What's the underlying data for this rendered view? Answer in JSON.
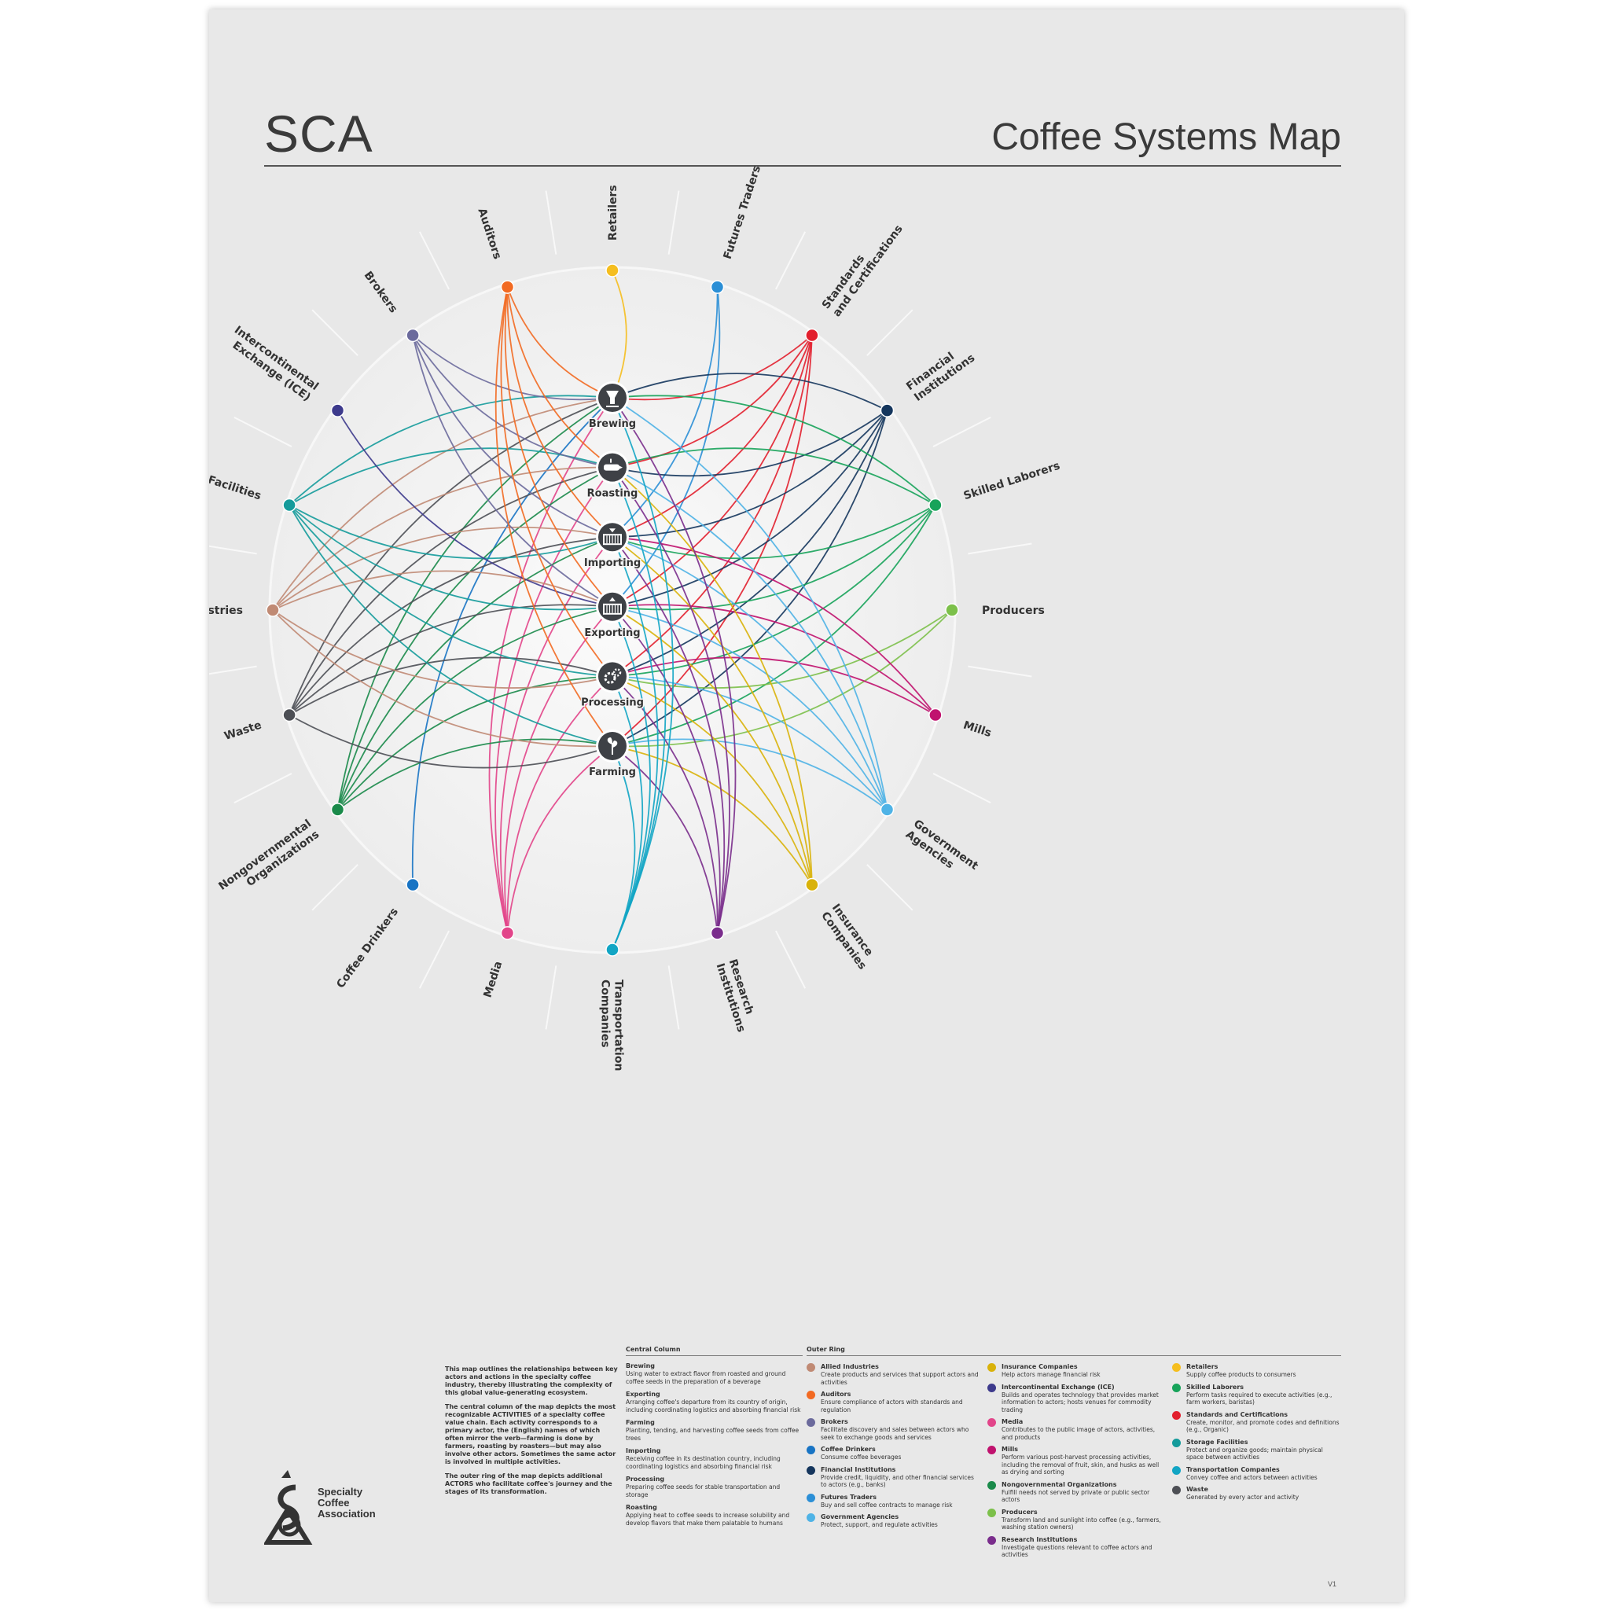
{
  "header": {
    "brand": "SCA",
    "title": "Coffee Systems Map"
  },
  "colors": {
    "Allied Industries": "#c08a74",
    "Auditors": "#f26a22",
    "Brokers": "#6b6a9c",
    "Coffee Drinkers": "#1874c4",
    "Financial Institutions": "#15365d",
    "Futures Traders": "#2b8fd6",
    "Government Agencies": "#4fb3e6",
    "Insurance Companies": "#d9b20a",
    "Intercontinental Exchange (ICE)": "#3d3a8c",
    "Media": "#e2458a",
    "Mills": "#c0126e",
    "Nongovernmental Organizations": "#1a8a4a",
    "Producers": "#7cc04a",
    "Research Institutions": "#7a2d8c",
    "Retailers": "#f5be1f",
    "Skilled Laborers": "#17a35a",
    "Standards and Certifications": "#e21f2d",
    "Storage Facilities": "#149b9b",
    "Transportation Companies": "#12a5c4",
    "Waste": "#4d4f55"
  },
  "actors": [
    {
      "name": "Retailers",
      "label": [
        "Retailers"
      ],
      "angle": 0
    },
    {
      "name": "Futures Traders",
      "label": [
        "Futures Traders"
      ],
      "angle": 18
    },
    {
      "name": "Standards and Certifications",
      "label": [
        "Standards",
        "and Certifications"
      ],
      "angle": 36
    },
    {
      "name": "Financial Institutions",
      "label": [
        "Financial",
        "Institutions"
      ],
      "angle": 54
    },
    {
      "name": "Skilled Laborers",
      "label": [
        "Skilled Laborers"
      ],
      "angle": 72
    },
    {
      "name": "Producers",
      "label": [
        "Producers"
      ],
      "angle": 90
    },
    {
      "name": "Mills",
      "label": [
        "Mills"
      ],
      "angle": 108
    },
    {
      "name": "Government Agencies",
      "label": [
        "Government",
        "Agencies"
      ],
      "angle": 126
    },
    {
      "name": "Insurance Companies",
      "label": [
        "Insurance",
        "Companies"
      ],
      "angle": 144
    },
    {
      "name": "Research Institutions",
      "label": [
        "Research",
        "Institutions"
      ],
      "angle": 162
    },
    {
      "name": "Transportation Companies",
      "label": [
        "Transportation",
        "Companies"
      ],
      "angle": 180
    },
    {
      "name": "Media",
      "label": [
        "Media"
      ],
      "angle": 198
    },
    {
      "name": "Coffee Drinkers",
      "label": [
        "Coffee Drinkers"
      ],
      "angle": 216
    },
    {
      "name": "Nongovernmental Organizations",
      "label": [
        "Nongovernmental",
        "Organizations"
      ],
      "angle": 234
    },
    {
      "name": "Waste",
      "label": [
        "Waste"
      ],
      "angle": 252
    },
    {
      "name": "Allied Industries",
      "label": [
        "Allied Industries"
      ],
      "angle": 270
    },
    {
      "name": "Storage Facilities",
      "label": [
        "Storage Facilities"
      ],
      "angle": 288
    },
    {
      "name": "Intercontinental Exchange (ICE)",
      "label": [
        "Intercontinental",
        "Exchange (ICE)"
      ],
      "angle": 306
    },
    {
      "name": "Brokers",
      "label": [
        "Brokers"
      ],
      "angle": 324
    },
    {
      "name": "Auditors",
      "label": [
        "Auditors"
      ],
      "angle": 342
    }
  ],
  "activities": [
    {
      "name": "Brewing",
      "icon": "brewing-icon"
    },
    {
      "name": "Roasting",
      "icon": "roasting-icon"
    },
    {
      "name": "Importing",
      "icon": "importing-icon"
    },
    {
      "name": "Exporting",
      "icon": "exporting-icon"
    },
    {
      "name": "Processing",
      "icon": "processing-icon"
    },
    {
      "name": "Farming",
      "icon": "farming-icon"
    }
  ],
  "connections": [
    {
      "actor": "Retailers",
      "activities": [
        "Brewing"
      ]
    },
    {
      "actor": "Futures Traders",
      "activities": [
        "Importing",
        "Exporting"
      ]
    },
    {
      "actor": "Standards and Certifications",
      "activities": [
        "Brewing",
        "Roasting",
        "Importing",
        "Exporting",
        "Processing",
        "Farming"
      ]
    },
    {
      "actor": "Financial Institutions",
      "activities": [
        "Brewing",
        "Roasting",
        "Importing",
        "Exporting",
        "Processing",
        "Farming"
      ]
    },
    {
      "actor": "Skilled Laborers",
      "activities": [
        "Brewing",
        "Roasting",
        "Importing",
        "Exporting",
        "Processing",
        "Farming"
      ]
    },
    {
      "actor": "Producers",
      "activities": [
        "Processing",
        "Farming"
      ]
    },
    {
      "actor": "Mills",
      "activities": [
        "Importing",
        "Exporting",
        "Processing"
      ]
    },
    {
      "actor": "Government Agencies",
      "activities": [
        "Brewing",
        "Roasting",
        "Importing",
        "Exporting",
        "Processing",
        "Farming"
      ]
    },
    {
      "actor": "Insurance Companies",
      "activities": [
        "Roasting",
        "Importing",
        "Exporting",
        "Processing",
        "Farming"
      ]
    },
    {
      "actor": "Research Institutions",
      "activities": [
        "Brewing",
        "Roasting",
        "Importing",
        "Exporting",
        "Processing",
        "Farming"
      ]
    },
    {
      "actor": "Transportation Companies",
      "activities": [
        "Brewing",
        "Roasting",
        "Importing",
        "Exporting",
        "Processing",
        "Farming"
      ]
    },
    {
      "actor": "Media",
      "activities": [
        "Brewing",
        "Roasting",
        "Importing",
        "Exporting",
        "Processing",
        "Farming"
      ]
    },
    {
      "actor": "Coffee Drinkers",
      "activities": [
        "Brewing"
      ]
    },
    {
      "actor": "Nongovernmental Organizations",
      "activities": [
        "Brewing",
        "Roasting",
        "Importing",
        "Exporting",
        "Processing",
        "Farming"
      ]
    },
    {
      "actor": "Waste",
      "activities": [
        "Brewing",
        "Roasting",
        "Importing",
        "Exporting",
        "Processing",
        "Farming"
      ]
    },
    {
      "actor": "Allied Industries",
      "activities": [
        "Brewing",
        "Roasting",
        "Importing",
        "Exporting",
        "Processing",
        "Farming"
      ]
    },
    {
      "actor": "Storage Facilities",
      "activities": [
        "Brewing",
        "Roasting",
        "Importing",
        "Exporting",
        "Processing",
        "Farming"
      ]
    },
    {
      "actor": "Intercontinental Exchange (ICE)",
      "activities": [
        "Exporting"
      ]
    },
    {
      "actor": "Brokers",
      "activities": [
        "Brewing",
        "Roasting",
        "Importing",
        "Exporting"
      ]
    },
    {
      "actor": "Auditors",
      "activities": [
        "Brewing",
        "Roasting",
        "Importing",
        "Exporting",
        "Processing",
        "Farming"
      ]
    }
  ],
  "legend": {
    "intro": [
      "This map outlines the relationships between key actors and actions in the specialty coffee industry, thereby illustrating the complexity of this global value-generating ecosystem.",
      "The central column of the map depicts the most recognizable ACTIVITIES of a specialty coffee value chain. Each activity corresponds to a primary actor, the (English) names of which often mirror the verb—farming is done by farmers, roasting by roasters—but may also involve other actors. Sometimes the same actor is involved in multiple activities.",
      "The outer ring of the map depicts additional ACTORS who facilitate coffee's journey and the stages of its transformation."
    ],
    "central_heading": "Central Column",
    "central": [
      {
        "name": "Brewing",
        "desc": "Using water to extract flavor from roasted and ground coffee seeds in the preparation of a beverage"
      },
      {
        "name": "Exporting",
        "desc": "Arranging coffee's departure from its country of origin, including coordinating logistics and absorbing financial risk"
      },
      {
        "name": "Farming",
        "desc": "Planting, tending, and harvesting coffee seeds from coffee trees"
      },
      {
        "name": "Importing",
        "desc": "Receiving coffee in its destination country, including coordinating logistics and absorbing financial risk"
      },
      {
        "name": "Processing",
        "desc": "Preparing coffee seeds for stable transportation and storage"
      },
      {
        "name": "Roasting",
        "desc": "Applying heat to coffee seeds to increase solubility and develop flavors that make them palatable to humans"
      }
    ],
    "outer_heading": "Outer Ring",
    "outer": [
      {
        "name": "Allied Industries",
        "desc": "Create products and services that support actors and activities"
      },
      {
        "name": "Auditors",
        "desc": "Ensure compliance of actors with standards and regulation"
      },
      {
        "name": "Brokers",
        "desc": "Facilitate discovery and sales between actors who seek to exchange goods and services"
      },
      {
        "name": "Coffee Drinkers",
        "desc": "Consume coffee beverages"
      },
      {
        "name": "Financial Institutions",
        "desc": "Provide credit, liquidity, and other financial services to actors (e.g., banks)"
      },
      {
        "name": "Futures Traders",
        "desc": "Buy and sell coffee contracts to manage risk"
      },
      {
        "name": "Government Agencies",
        "desc": "Protect, support, and regulate activities"
      },
      {
        "name": "Insurance Companies",
        "desc": "Help actors manage financial risk"
      },
      {
        "name": "Intercontinental Exchange (ICE)",
        "desc": "Builds and operates technology that provides market information to actors; hosts venues for commodity trading"
      },
      {
        "name": "Media",
        "desc": "Contributes to the public image of actors, activities, and products"
      },
      {
        "name": "Mills",
        "desc": "Perform various post-harvest processing activities, including the removal of fruit, skin, and husks as well as drying and sorting"
      },
      {
        "name": "Nongovernmental Organizations",
        "desc": "Fulfill needs not served by private or public sector actors"
      },
      {
        "name": "Producers",
        "desc": "Transform land and sunlight into coffee (e.g., farmers, washing station owners)"
      },
      {
        "name": "Research Institutions",
        "desc": "Investigate questions relevant to coffee actors and activities"
      },
      {
        "name": "Retailers",
        "desc": "Supply coffee products to consumers"
      },
      {
        "name": "Skilled Laborers",
        "desc": "Perform tasks required to execute activities (e.g., farm workers, baristas)"
      },
      {
        "name": "Standards and Certifications",
        "desc": "Create, monitor, and promote codes and definitions (e.g., Organic)"
      },
      {
        "name": "Storage Facilities",
        "desc": "Protect and organize goods; maintain physical space between activities"
      },
      {
        "name": "Transportation Companies",
        "desc": "Convey coffee and actors between activities"
      },
      {
        "name": "Waste",
        "desc": "Generated by every actor and activity"
      }
    ]
  },
  "logo": {
    "line1": "Specialty",
    "line2": "Coffee",
    "line3": "Association"
  },
  "version": "V1"
}
